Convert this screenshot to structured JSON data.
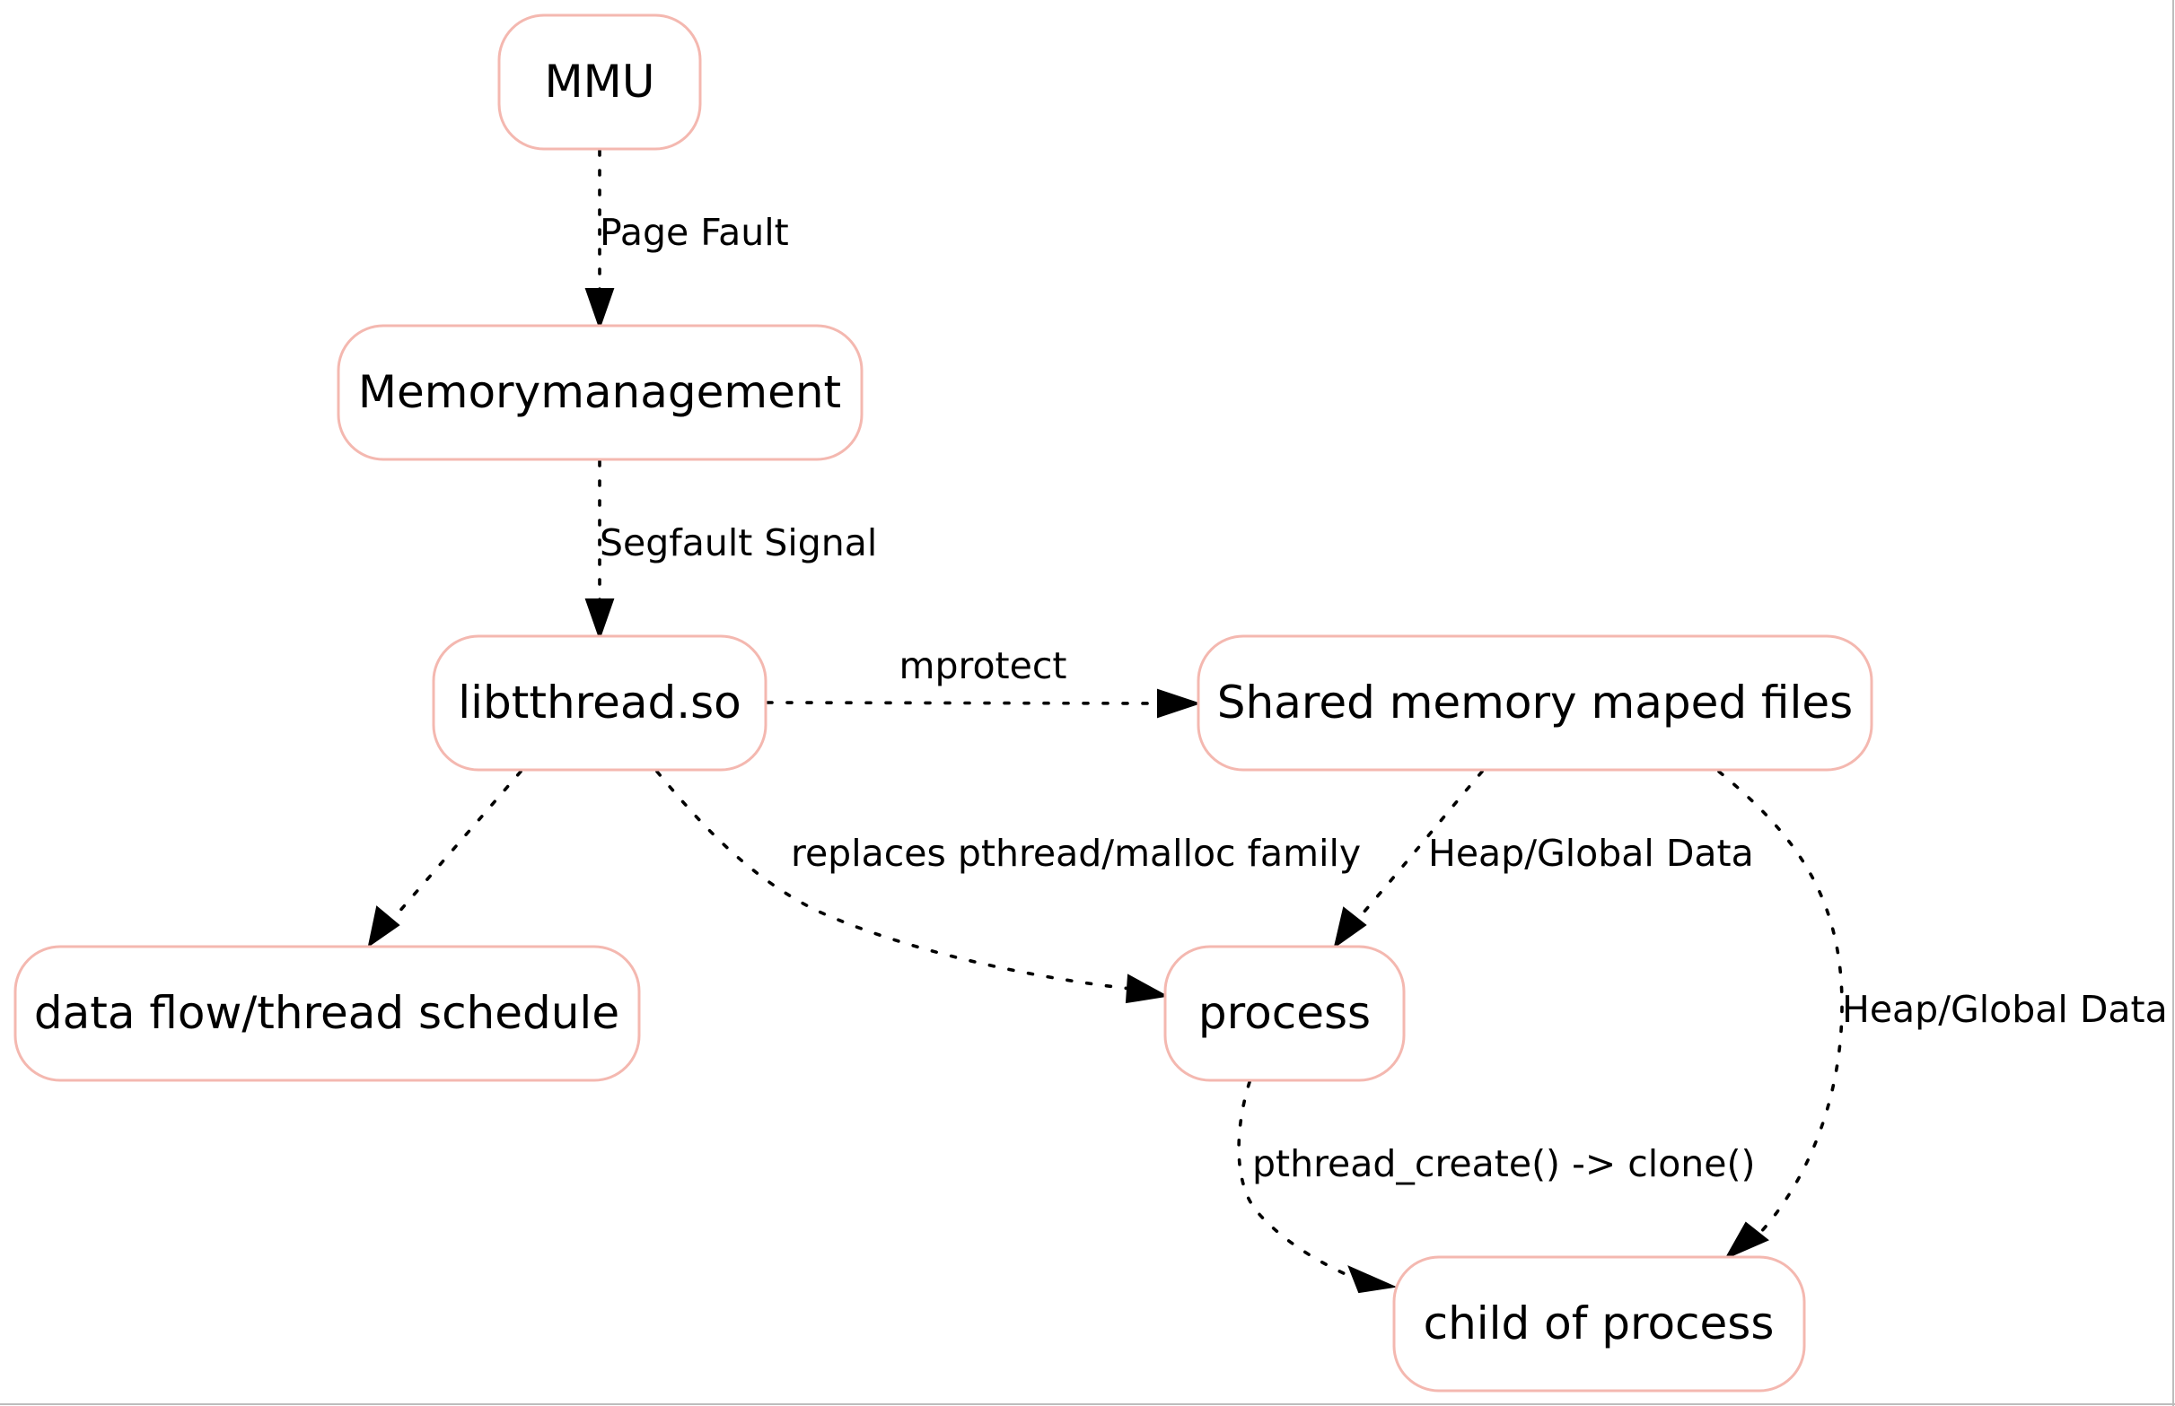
{
  "diagram": {
    "nodes": {
      "mmu": "MMU",
      "memorymanagement": "Memorymanagement",
      "libtthread": "libtthread.so",
      "shared_memory": "Shared memory maped files",
      "data_flow": "data flow/thread schedule",
      "process": "process",
      "child_process": "child of process"
    },
    "edges": {
      "mmu_to_memorymanagement": "Page Fault",
      "memorymanagement_to_libtthread": "Segfault Signal",
      "libtthread_to_shared_memory": "mprotect",
      "libtthread_to_data_flow": "",
      "libtthread_to_process": "replaces pthread/malloc family",
      "shared_memory_to_process": "Heap/Global Data",
      "shared_memory_to_child": "Heap/Global Data",
      "process_to_child": "pthread_create() -> clone()"
    },
    "colors": {
      "node_border": "#f4b8b0",
      "edge": "#000000",
      "background": "#ffffff"
    },
    "edge_style": "dotted"
  }
}
